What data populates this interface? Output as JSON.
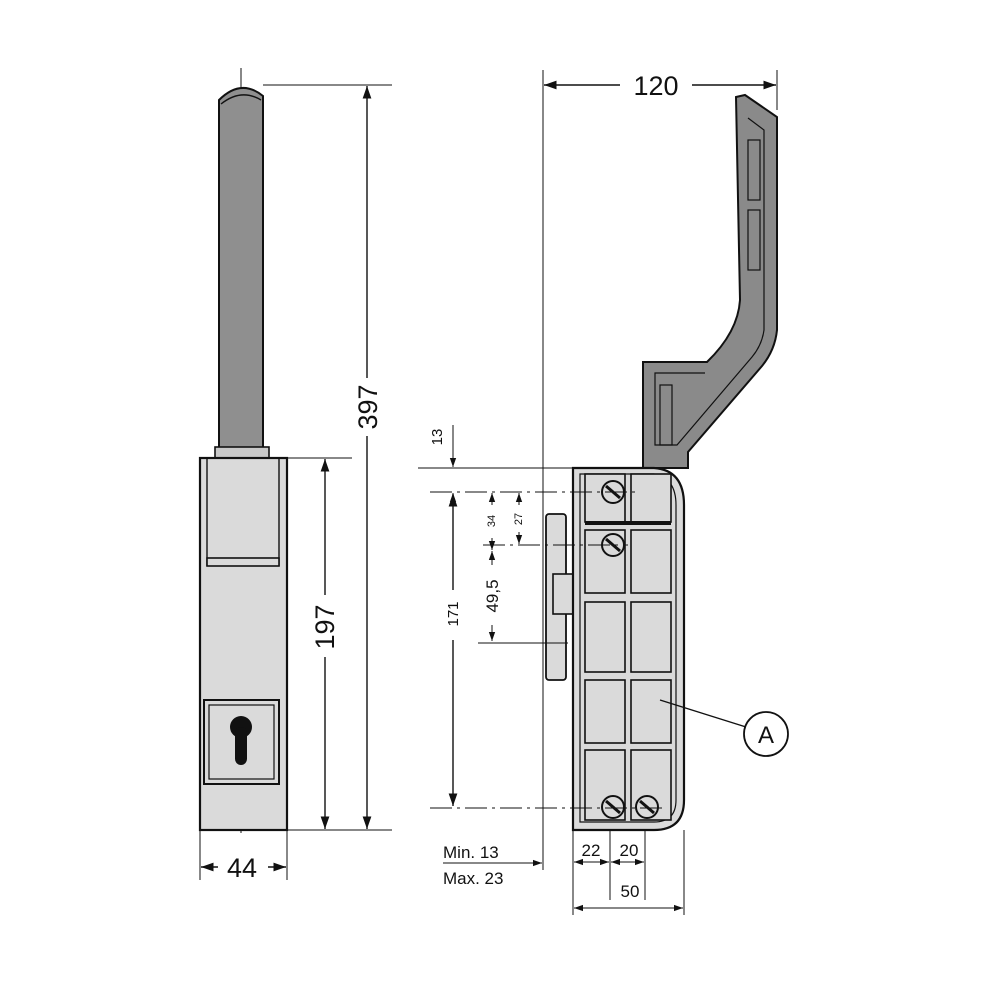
{
  "dimensions": {
    "total_height": "397",
    "body_height": "197",
    "body_width": "44",
    "handle_reach": "120",
    "top_offset": "13",
    "screw_pitch_a": "34",
    "screw_pitch_b": "27",
    "center_offset": "49,5",
    "hole_spacing": "171",
    "wall_min": "Min. 13",
    "wall_max": "Max. 23",
    "bottom_a": "22",
    "bottom_b": "20",
    "bottom_width": "50"
  },
  "callout": "A",
  "colors": {
    "body_fill": "#dadada",
    "rod_fill": "#8f8f8f",
    "handle_fill": "#8a8a8a",
    "line": "#111111"
  }
}
